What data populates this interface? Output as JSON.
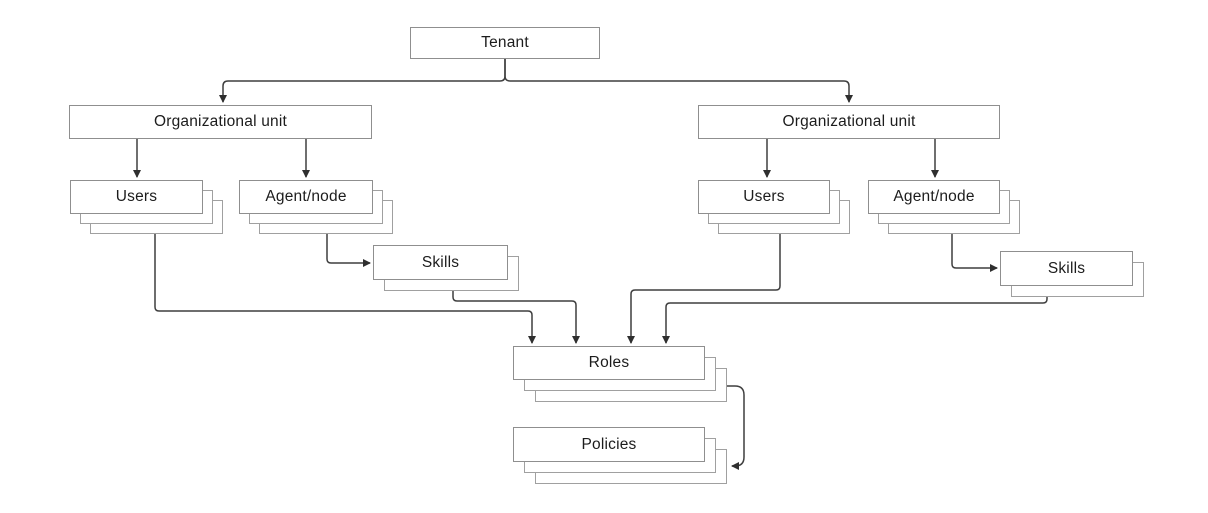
{
  "diagram": {
    "kind": "tenant-hierarchy-flowchart",
    "nodes": {
      "tenant": {
        "label": "Tenant",
        "stack_count": 1
      },
      "ou_left": {
        "label": "Organizational unit",
        "stack_count": 1
      },
      "ou_right": {
        "label": "Organizational unit",
        "stack_count": 1
      },
      "users_left": {
        "label": "Users",
        "stack_count": 3
      },
      "agent_left": {
        "label": "Agent/node",
        "stack_count": 3
      },
      "skills_left": {
        "label": "Skills",
        "stack_count": 2
      },
      "users_right": {
        "label": "Users",
        "stack_count": 3
      },
      "agent_right": {
        "label": "Agent/node",
        "stack_count": 3
      },
      "skills_right": {
        "label": "Skills",
        "stack_count": 2
      },
      "roles": {
        "label": "Roles",
        "stack_count": 3
      },
      "policies": {
        "label": "Policies",
        "stack_count": 3
      }
    },
    "edges": [
      {
        "from": "tenant",
        "to": "ou_left"
      },
      {
        "from": "tenant",
        "to": "ou_right"
      },
      {
        "from": "ou_left",
        "to": "users_left"
      },
      {
        "from": "ou_left",
        "to": "agent_left"
      },
      {
        "from": "ou_right",
        "to": "users_right"
      },
      {
        "from": "ou_right",
        "to": "agent_right"
      },
      {
        "from": "agent_left",
        "to": "skills_left"
      },
      {
        "from": "agent_right",
        "to": "skills_right"
      },
      {
        "from": "users_left",
        "to": "roles"
      },
      {
        "from": "skills_left",
        "to": "roles"
      },
      {
        "from": "users_right",
        "to": "roles"
      },
      {
        "from": "skills_right",
        "to": "roles"
      },
      {
        "from": "roles",
        "to": "policies"
      }
    ],
    "colors": {
      "background": "#ffffff",
      "box_fill": "#ffffff",
      "box_border": "#8f8f8f",
      "stack_border": "#a0a0a0",
      "connector": "#3f3f3f",
      "arrowhead": "#2f2f2f",
      "text": "#1c1c1c"
    }
  }
}
